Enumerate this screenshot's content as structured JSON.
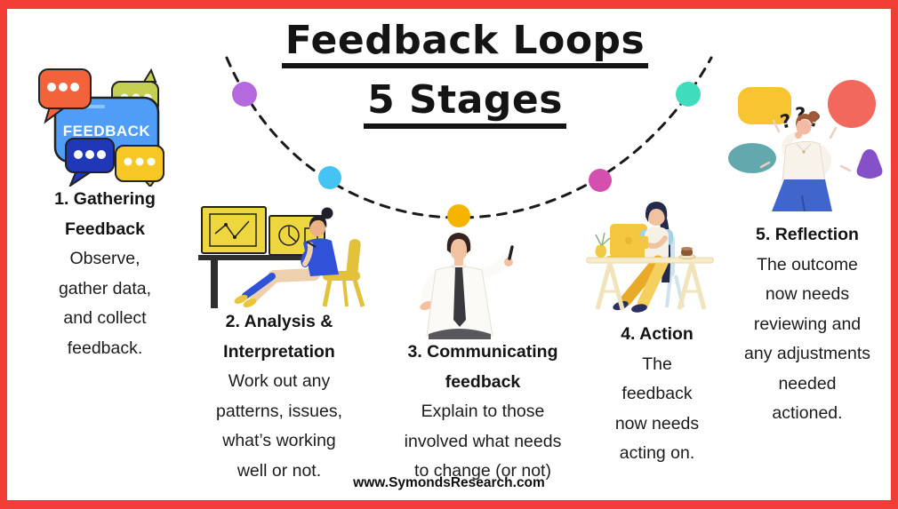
{
  "header": {
    "title_line1": "Feedback Loops",
    "title_line2": "5 Stages"
  },
  "arc": {
    "style": "dashed-black-curve",
    "dots": [
      "#b469dd",
      "#45c3f2",
      "#f5b400",
      "#d44fae",
      "#3fdcbe"
    ]
  },
  "stages": [
    {
      "illustration": "feedback-speech-bubbles",
      "bubble_label": "FEEDBACK",
      "heading": "1. Gathering\nFeedback",
      "body": "Observe,\ngather data,\nand collect\nfeedback."
    },
    {
      "illustration": "analyst-reviewing-charts",
      "heading": "2. Analysis &\nInterpretation",
      "body": "Work out any\npatterns, issues,\nwhat’s working\nwell or not."
    },
    {
      "illustration": "presenter-holding-pen",
      "heading": "3. Communicating\nfeedback",
      "body": "Explain to those\ninvolved what needs\nto change (or not)"
    },
    {
      "illustration": "person-working-at-laptop-desk",
      "heading": "4. Action",
      "body": "The\nfeedback\nnow needs\nacting on."
    },
    {
      "illustration": "woman-thinking-question-marks",
      "heading": "5. Reflection",
      "body": "The outcome\nnow needs\nreviewing and\nany adjustments\nneeded\nactioned."
    }
  ],
  "footer": {
    "url": "www.SymondsResearch.com"
  },
  "colors": {
    "border": "#f23d36",
    "text": "#141414",
    "arc_stroke": "#1a1a1a"
  }
}
